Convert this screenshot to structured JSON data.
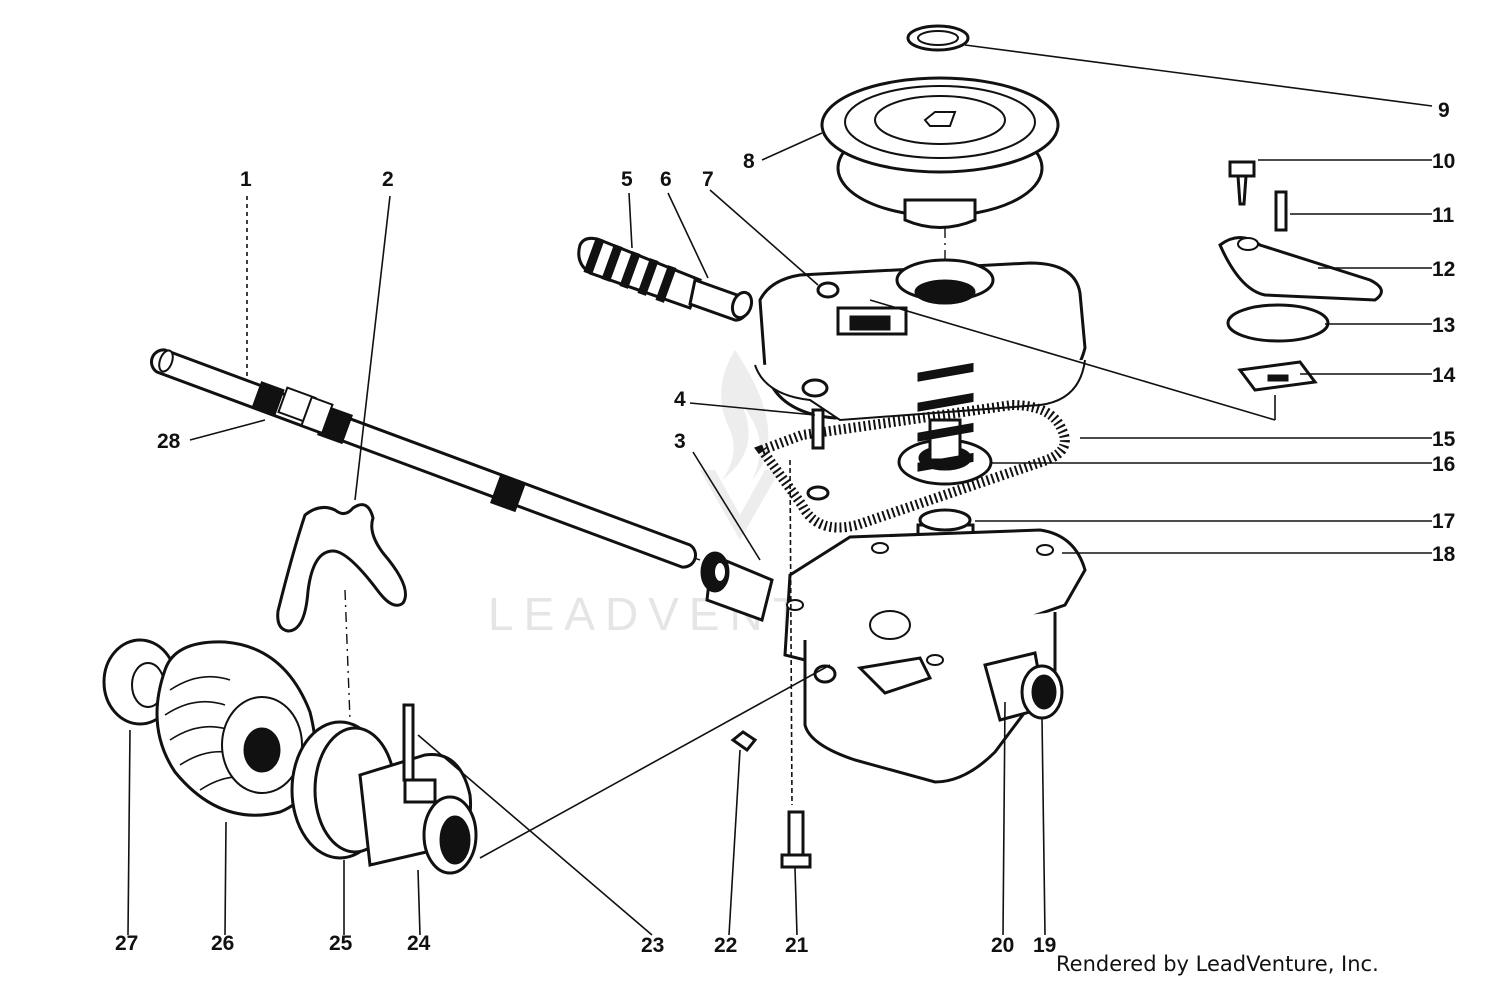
{
  "diagram": {
    "credit": "Rendered by LeadVenture, Inc.",
    "watermark": "LEADVENTURE",
    "callouts": [
      "1",
      "2",
      "3",
      "4",
      "5",
      "6",
      "7",
      "8",
      "9",
      "10",
      "11",
      "12",
      "13",
      "14",
      "15",
      "16",
      "17",
      "18",
      "19",
      "20",
      "21",
      "22",
      "23",
      "24",
      "25",
      "26",
      "27",
      "28"
    ]
  }
}
